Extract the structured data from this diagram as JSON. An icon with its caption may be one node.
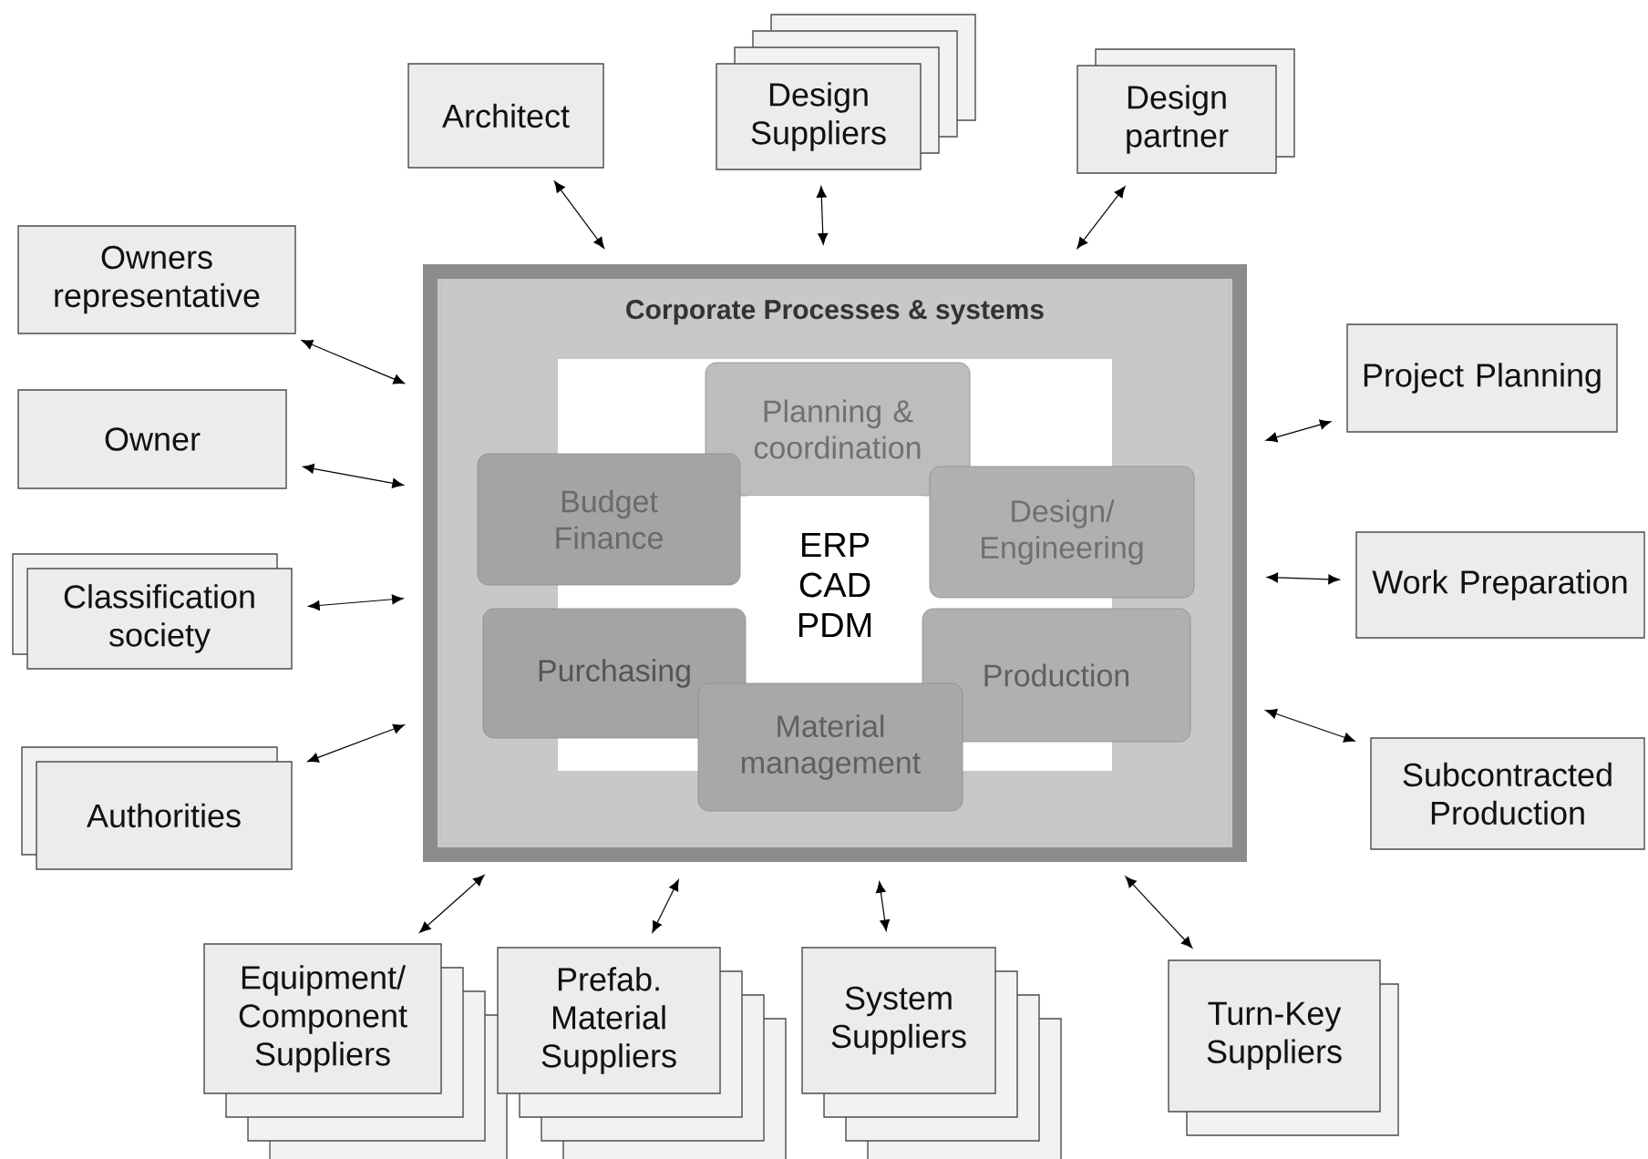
{
  "diagram": {
    "nodes": [
      {
        "text": [
          "Corporate Processes & systems"
        ]
      },
      {
        "text": [
          "Planning & coordination"
        ],
        "in": 0
      },
      {
        "text": [
          "Budget Finance"
        ],
        "in": 0
      },
      {
        "text": [
          "ERP CAD PDM"
        ],
        "in": 0
      },
      {
        "text": [
          "Design/ Engineering"
        ],
        "in": 0
      },
      {
        "text": [
          "Purchasing"
        ],
        "in": 0
      },
      {
        "text": [
          "Production"
        ],
        "in": 0
      },
      {
        "text": [
          "Material management"
        ],
        "in": 0
      },
      {
        "text": [
          "Architect"
        ]
      },
      {
        "text": [
          "Design Suppliers"
        ]
      },
      {
        "text": [
          "Design partner"
        ]
      },
      {
        "text": [
          "Owners representative"
        ]
      },
      {
        "text": [
          "Owner"
        ]
      },
      {
        "text": [
          "Classification society"
        ]
      },
      {
        "text": [
          "Authorities"
        ]
      },
      {
        "text": [
          "Project Planning"
        ]
      },
      {
        "text": [
          "Work Preparation"
        ]
      },
      {
        "text": [
          "Subcontracted Production"
        ]
      },
      {
        "text": [
          "Equipment/ Component Suppliers"
        ]
      },
      {
        "text": [
          "Prefab. Material Suppliers"
        ]
      },
      {
        "text": [
          "System Suppliers"
        ]
      },
      {
        "text": [
          "Turn-Key Suppliers"
        ]
      }
    ],
    "edges": [
      {
        "from": 8,
        "to": 0,
        "arrow": "both"
      },
      {
        "from": 9,
        "to": 0,
        "arrow": "both"
      },
      {
        "from": 10,
        "to": 0,
        "arrow": "both"
      },
      {
        "from": 11,
        "to": 0,
        "arrow": "both"
      },
      {
        "from": 12,
        "to": 0,
        "arrow": "both"
      },
      {
        "from": 13,
        "to": 0,
        "arrow": "both"
      },
      {
        "from": 14,
        "to": 0,
        "arrow": "both"
      },
      {
        "from": 15,
        "to": 0,
        "arrow": "both"
      },
      {
        "from": 16,
        "to": 0,
        "arrow": "both"
      },
      {
        "from": 17,
        "to": 0,
        "arrow": "both"
      },
      {
        "from": 18,
        "to": 0,
        "arrow": "both"
      },
      {
        "from": 19,
        "to": 0,
        "arrow": "both"
      },
      {
        "from": 20,
        "to": 0,
        "arrow": "both"
      },
      {
        "from": 21,
        "to": 0,
        "arrow": "both"
      }
    ]
  }
}
